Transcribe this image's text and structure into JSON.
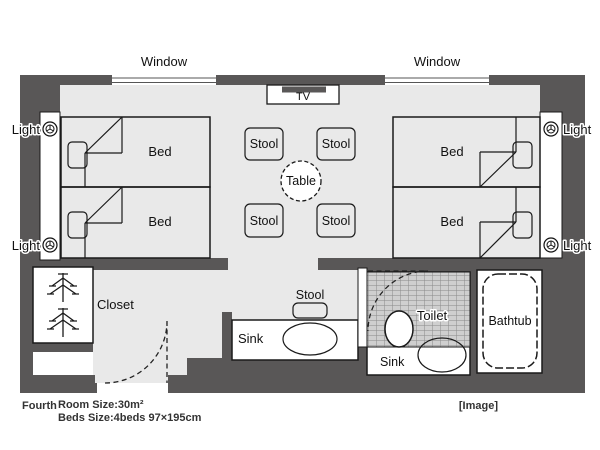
{
  "plan": {
    "windows": [
      {
        "label": "Window"
      },
      {
        "label": "Window"
      }
    ],
    "tv": {
      "label": "TV"
    },
    "lights": [
      {
        "label": "Light"
      },
      {
        "label": "Light"
      },
      {
        "label": "Light"
      },
      {
        "label": "Light"
      }
    ],
    "beds": [
      {
        "label": "Bed"
      },
      {
        "label": "Bed"
      },
      {
        "label": "Bed"
      },
      {
        "label": "Bed"
      }
    ],
    "stools": [
      {
        "label": "Stool"
      },
      {
        "label": "Stool"
      },
      {
        "label": "Stool"
      },
      {
        "label": "Stool"
      },
      {
        "label": "Stool"
      }
    ],
    "table": {
      "label": "Table"
    },
    "closet": {
      "label": "Closet"
    },
    "sinks": [
      {
        "label": "Sink"
      },
      {
        "label": "Sink"
      }
    ],
    "toilet": {
      "label": "Toilet"
    },
    "bathtub": {
      "label": "Bathtub"
    }
  },
  "footer": {
    "floor_name": "Fourth",
    "room_size": "Room Size:30m²",
    "beds_size": "Beds Size:4beds 97×195cm",
    "image_tag": "[Image]"
  },
  "colors": {
    "wall": "#595757",
    "floor": "#e9e9e9",
    "tile_bg": "#cfcfcf",
    "tile_line": "#8a8a8a",
    "outline": "#1a1a1a"
  },
  "icons": {
    "light": "ceiling-light-icon",
    "hanger": "hanger-icon",
    "door_swing": "door-swing-arc-icon"
  }
}
